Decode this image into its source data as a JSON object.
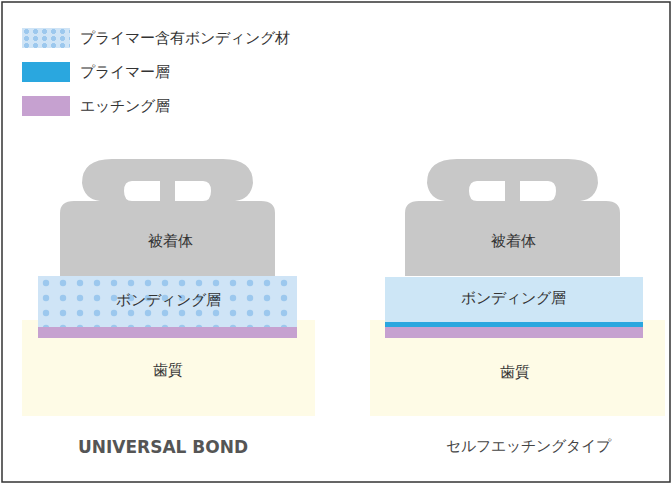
{
  "diagram": {
    "nodes": [
      {
        "text": [
          "被着体"
        ]
      },
      {
        "text": [
          "ボンディング層"
        ]
      },
      {
        "text": [
          "歯質"
        ]
      },
      {
        "text": [
          "被着体"
        ]
      },
      {
        "text": [
          "ボンディング層"
        ]
      },
      {
        "text": [
          "歯質"
        ]
      }
    ],
    "labels": [
      "UNIVERSAL BOND",
      "セルフエッチングタイプ"
    ],
    "legend": [
      {
        "text": "プライマー含有ボンディング材"
      },
      {
        "text": "プライマー層",
        "color": "#2aa7df"
      },
      {
        "text": "エッチング層",
        "color": "#c6a1d0"
      }
    ]
  }
}
